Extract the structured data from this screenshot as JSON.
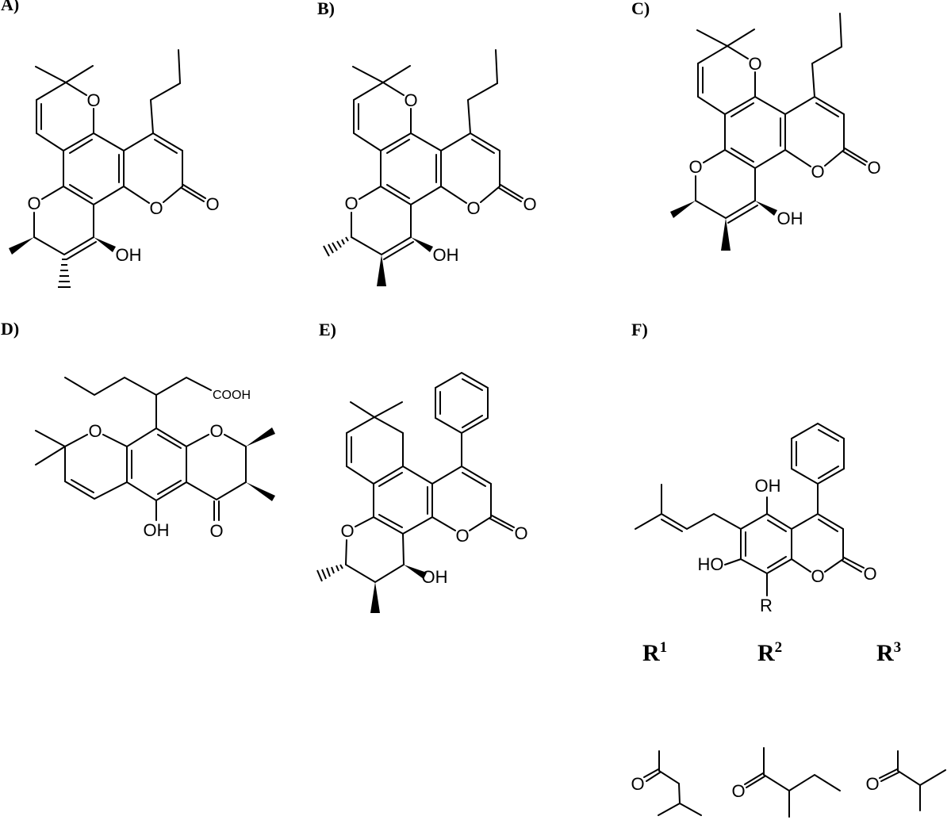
{
  "figure": {
    "background_color": "#ffffff",
    "line_color": "#000000",
    "type": "chemical-structure-figure"
  },
  "panels": [
    {
      "id": "A",
      "label": "A)"
    },
    {
      "id": "B",
      "label": "B)"
    },
    {
      "id": "C",
      "label": "C)"
    },
    {
      "id": "D",
      "label": "D)"
    },
    {
      "id": "E",
      "label": "E)"
    },
    {
      "id": "F",
      "label": "F)"
    }
  ],
  "atoms": {
    "oxygen": "O",
    "hydroxyl": "OH",
    "hydroxyl_reversed": "HO",
    "carboxylic_acid": "COOH",
    "r_substituent": "R"
  },
  "r_headers": [
    {
      "base": "R",
      "superscript": "1"
    },
    {
      "base": "R",
      "superscript": "2"
    },
    {
      "base": "R",
      "superscript": "3"
    }
  ]
}
